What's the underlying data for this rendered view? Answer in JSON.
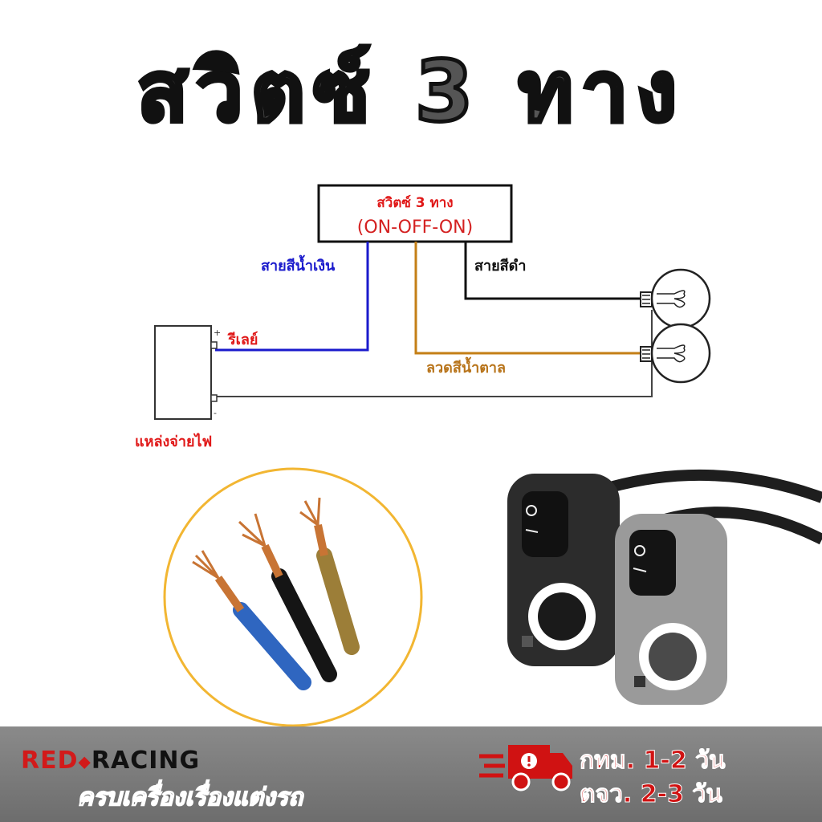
{
  "title": "สวิตซ์ 3 ทาง",
  "switch_box": {
    "line1": "สวิตซ์ 3 ทาง",
    "line2": "(ON-OFF-ON)"
  },
  "wires": {
    "blue_label": "สายสีน้ำเงิน",
    "black_label": "สายสีดำ",
    "brown_label": "ลวดสีน้ำตาล",
    "blue_color": "#1a1acc",
    "black_color": "#111111",
    "brown_color": "#c47f16",
    "return_color": "#444444"
  },
  "relay_label": "รีเลย์",
  "power_label": "แหล่งจ่ายไฟ",
  "terminal_plus": "+",
  "terminal_minus": "-",
  "footer": {
    "brand_part1": "RED",
    "brand_part2": "RACING",
    "tagline": "ครบเครื่องเรื่องแต่งรถ",
    "delivery_bkk": "กทม. 1-2 วัน",
    "delivery_upcountry": "ตจว. 2-3 วัน"
  },
  "colors": {
    "accent_red": "#d21a1a",
    "label_red": "#e01818",
    "circle_border": "#f2b632"
  }
}
